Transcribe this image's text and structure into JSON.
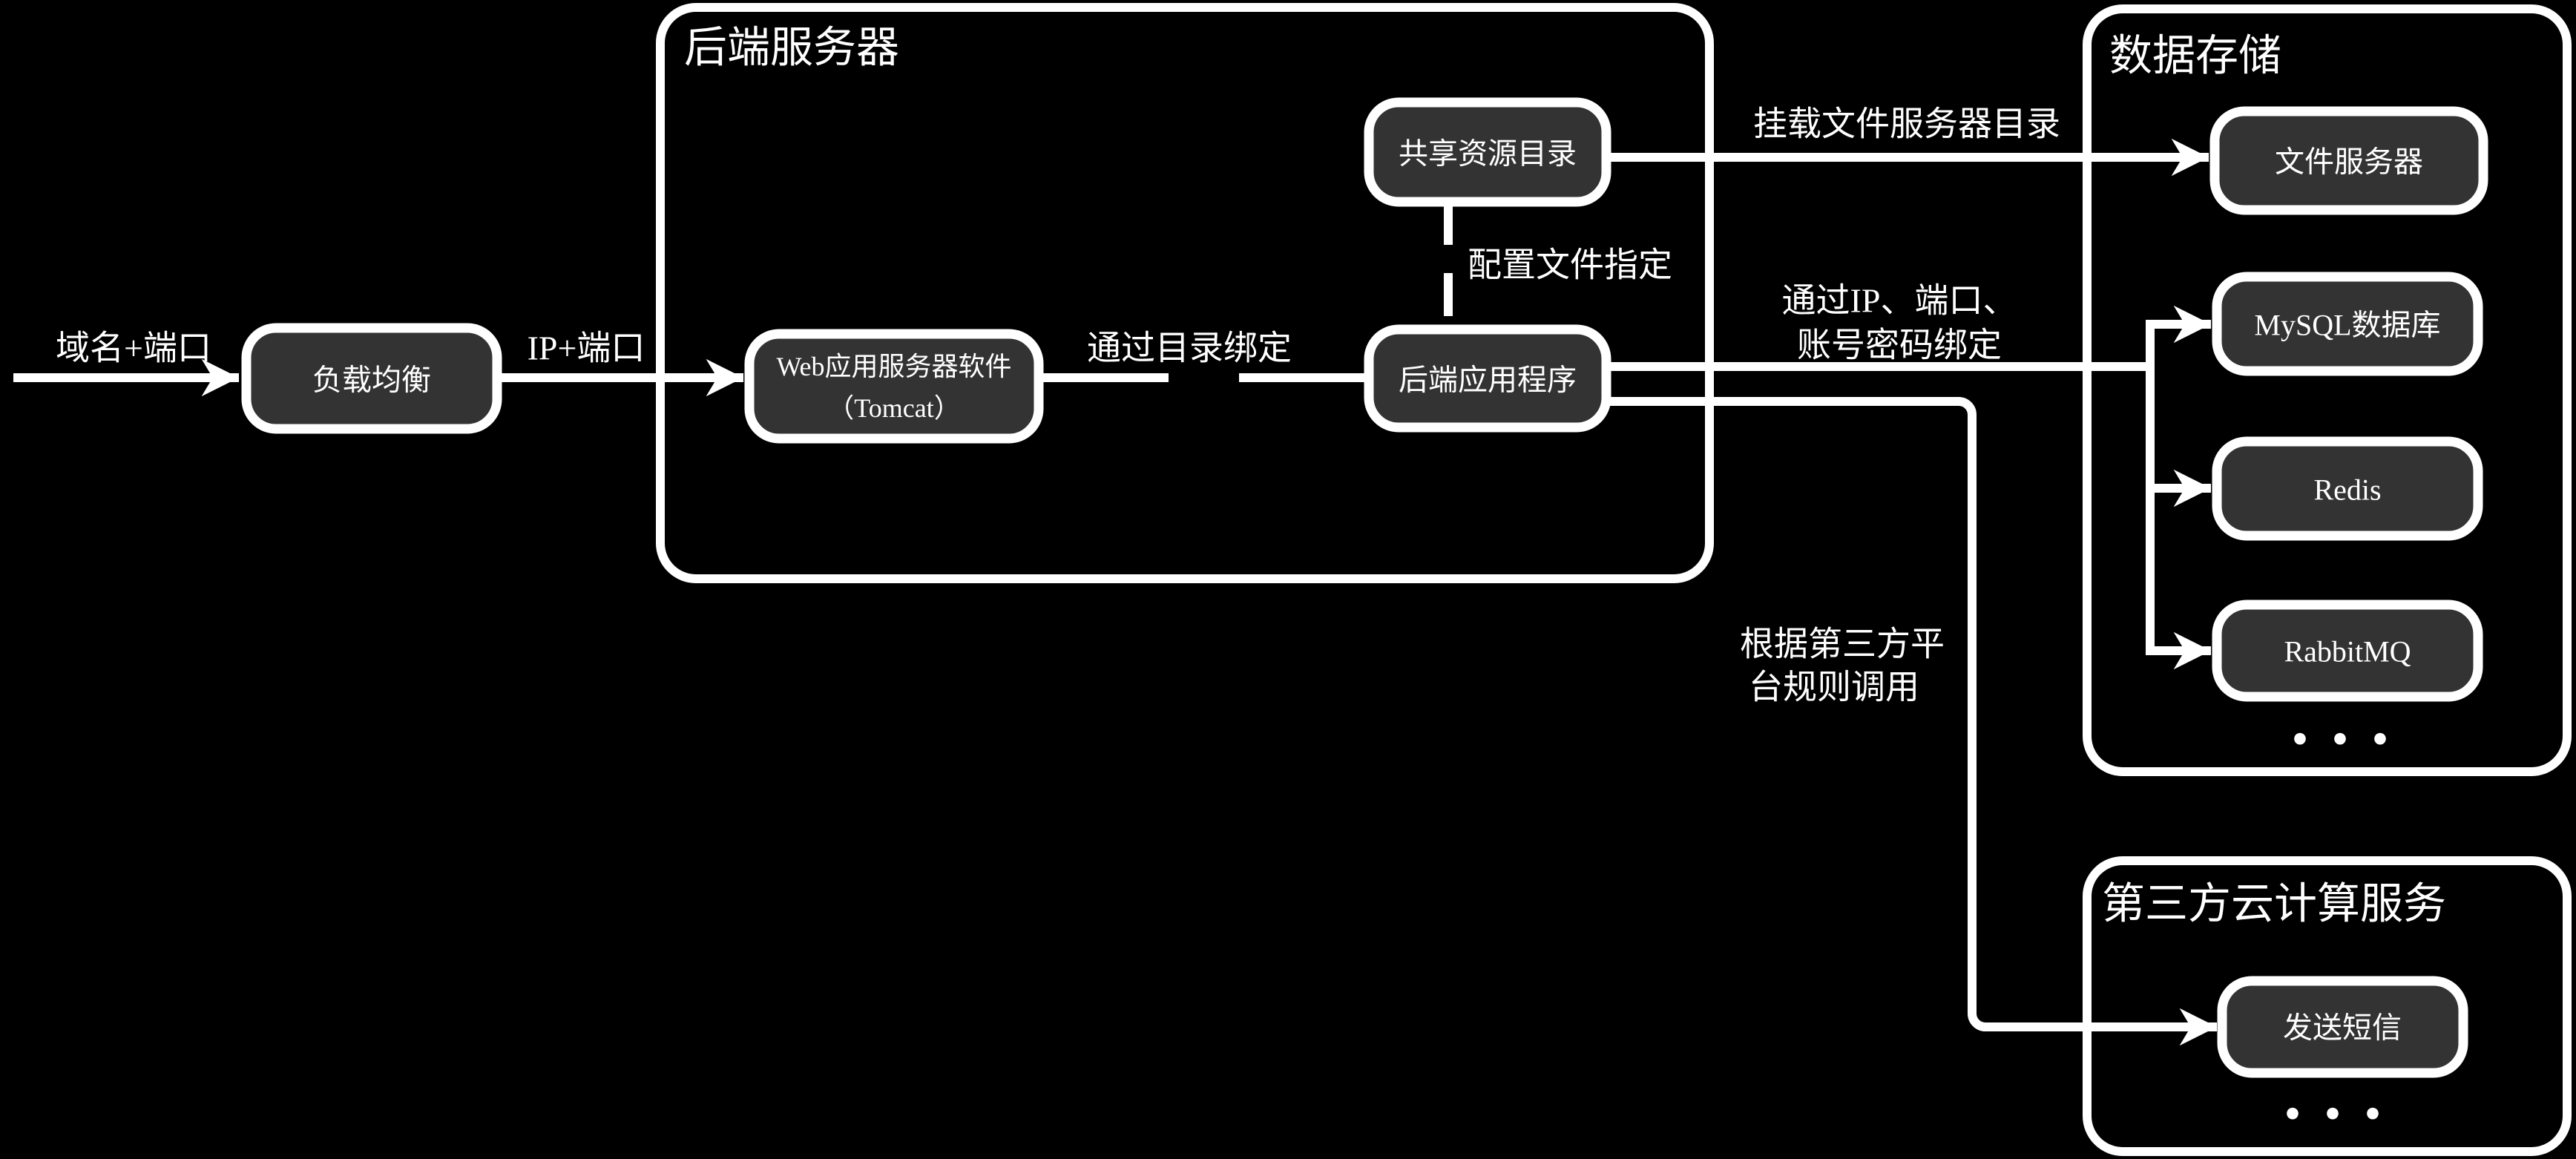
{
  "diagram": {
    "background": "#000000",
    "stroke_color": "#ffffff",
    "node_fill": "#333333"
  },
  "containers": {
    "backend_server": {
      "title": "后端服务器"
    },
    "data_storage": {
      "title": "数据存储",
      "ellipsis": "···"
    },
    "third_party_cloud": {
      "title": "第三方云计算服务",
      "ellipsis": "···"
    }
  },
  "nodes": {
    "load_balancer": {
      "label": "负载均衡"
    },
    "web_app_server": {
      "label_line1": "Web应用服务器软件",
      "label_line2": "（Tomcat）"
    },
    "shared_resource_dir": {
      "label": "共享资源目录"
    },
    "backend_app": {
      "label": "后端应用程序"
    },
    "file_server": {
      "label": "文件服务器"
    },
    "mysql": {
      "label": "MySQL数据库"
    },
    "redis": {
      "label": "Redis"
    },
    "rabbitmq": {
      "label": "RabbitMQ"
    },
    "send_sms": {
      "label": "发送短信"
    }
  },
  "edge_labels": {
    "domain_port": "域名+端口",
    "ip_port": "IP+端口",
    "bind_by_dir": "通过目录绑定",
    "config_file_specify": "配置文件指定",
    "mount_file_server_dir": "挂载文件服务器目录",
    "ip_bind_line1": "通过IP、端口、",
    "ip_bind_line2": "账号密码绑定",
    "third_party_rule_line1": "根据第三方平",
    "third_party_rule_line2": "台规则调用"
  }
}
